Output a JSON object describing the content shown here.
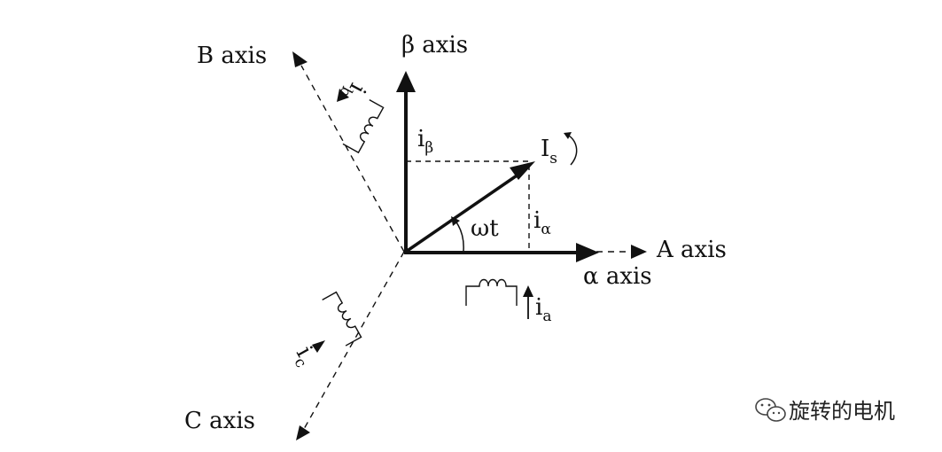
{
  "axes": {
    "a_axis": "A axis",
    "b_axis": "B axis",
    "c_axis": "C axis",
    "alpha_axis": "α axis",
    "beta_axis": "β axis"
  },
  "currents": {
    "i_beta": {
      "base": "i",
      "sub": "β"
    },
    "i_alpha": {
      "base": "i",
      "sub": "α"
    },
    "i_a": {
      "base": "i",
      "sub": "a"
    },
    "i_b": {
      "base": "i",
      "sub": "b"
    },
    "i_c": {
      "base": "i",
      "sub": "c"
    }
  },
  "vector": {
    "base": "I",
    "sub": "s"
  },
  "angle_label": "ωt",
  "watermark": {
    "text": "旋转的电机",
    "icon": "wechat-icon"
  }
}
